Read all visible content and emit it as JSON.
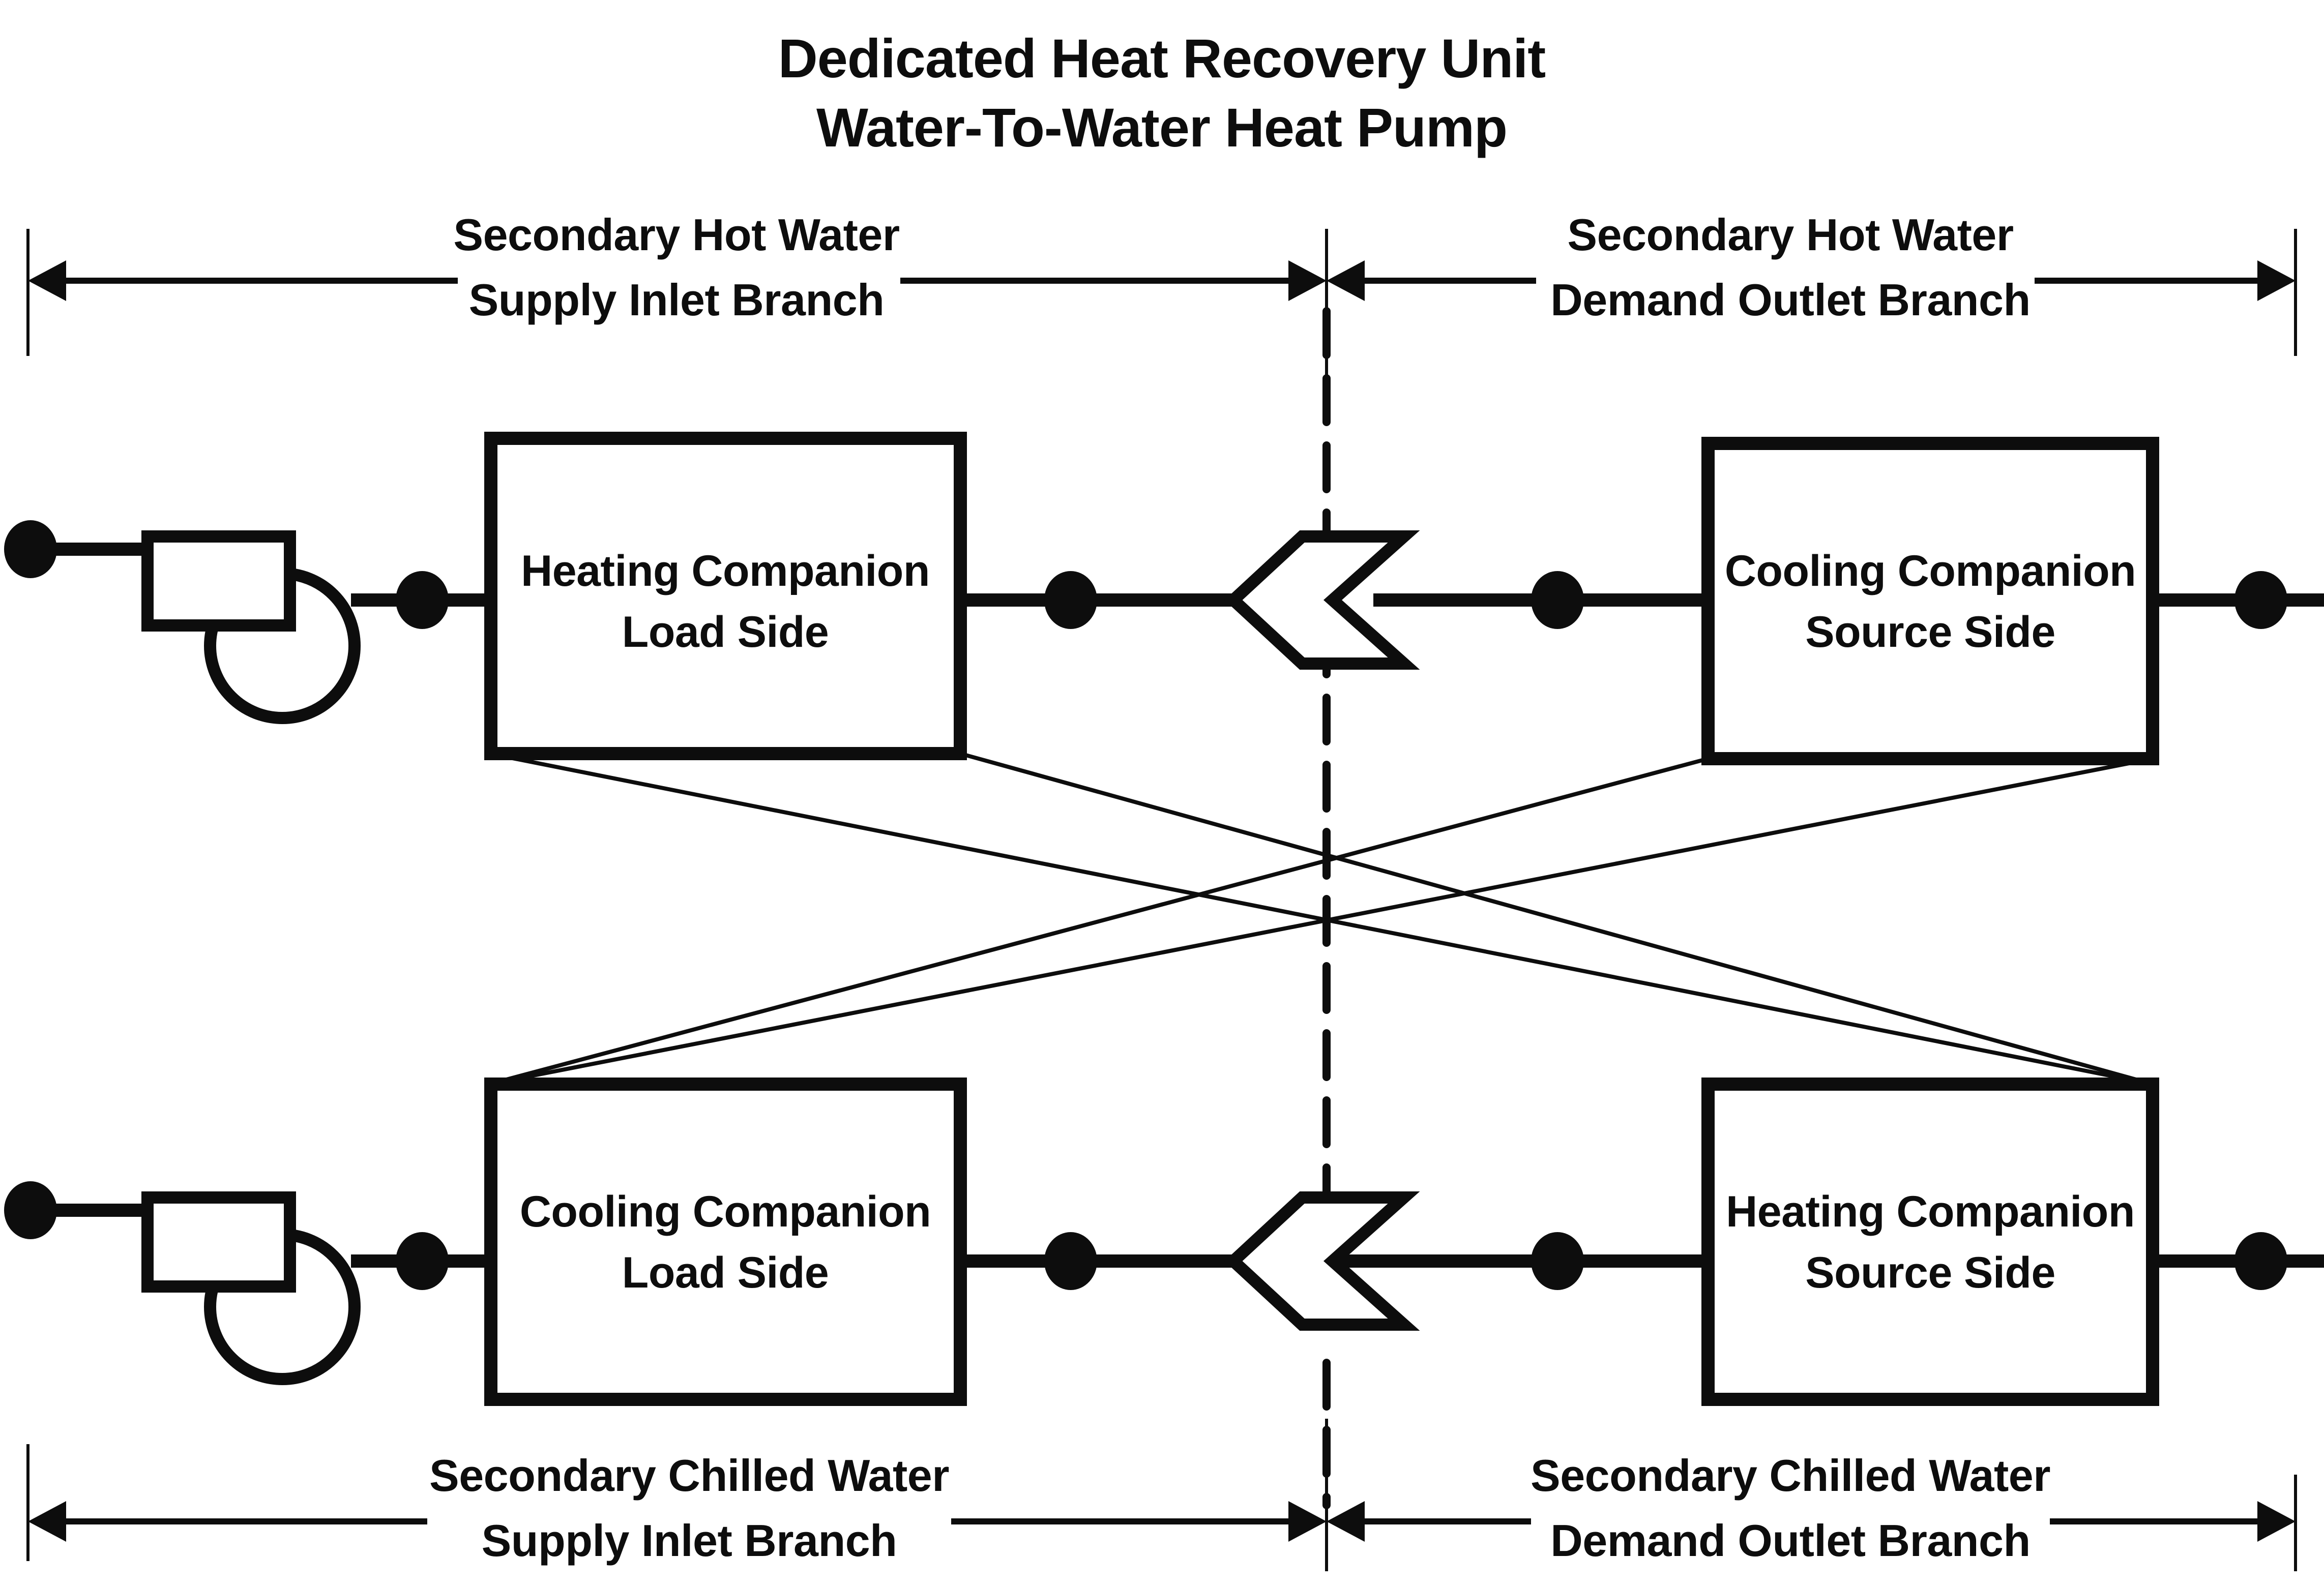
{
  "title": {
    "line1": "Dedicated Heat Recovery Unit",
    "line2": "Water-To-Water Heat Pump"
  },
  "dimensions": {
    "top_left": {
      "line1": "Secondary Hot Water",
      "line2": "Supply Inlet Branch"
    },
    "top_right": {
      "line1": "Secondary Hot Water",
      "line2": "Demand Outlet Branch"
    },
    "bottom_left": {
      "line1": "Secondary Chilled Water",
      "line2": "Supply Inlet Branch"
    },
    "bottom_right": {
      "line1": "Secondary Chilled Water",
      "line2": "Demand Outlet Branch"
    }
  },
  "boxes": {
    "top_left": {
      "line1": "Heating Companion",
      "line2": "Load Side"
    },
    "top_right": {
      "line1": "Cooling Companion",
      "line2": "Source Side"
    },
    "bottom_left": {
      "line1": "Cooling Companion",
      "line2": "Load Side"
    },
    "bottom_right": {
      "line1": "Heating Companion",
      "line2": "Source Side"
    }
  },
  "symbols": {
    "pump_top": "pump-icon",
    "pump_bottom": "pump-icon",
    "flow_arrow_top": "flow-direction-arrow-left-icon",
    "flow_arrow_bottom": "flow-direction-arrow-left-icon",
    "centerline": "dashed-centerline",
    "node": "pipe-node-icon"
  },
  "colors": {
    "ink": "#0d0d0d",
    "background": "#ffffff"
  }
}
